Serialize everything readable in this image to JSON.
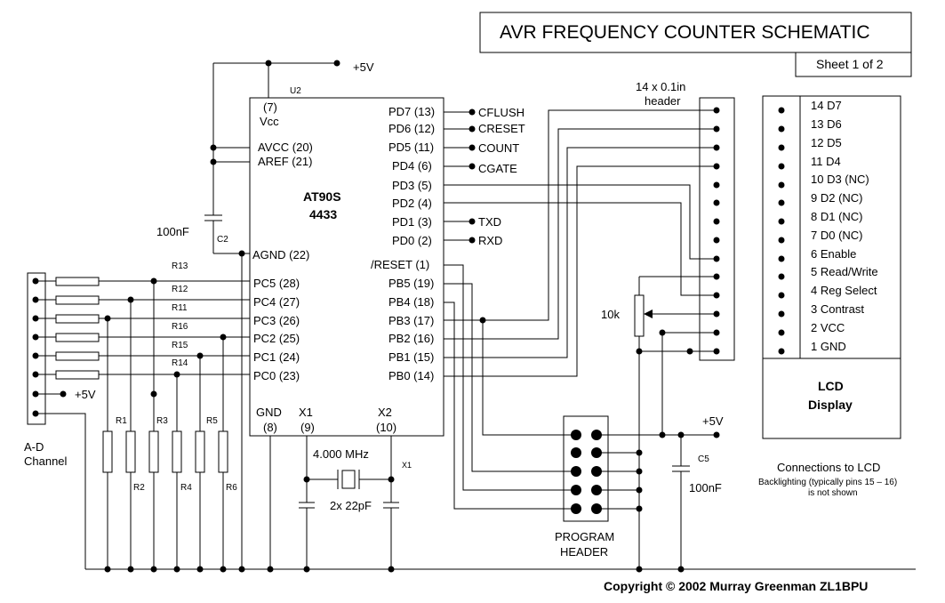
{
  "title_block": {
    "title": "AVR FREQUENCY COUNTER SCHEMATIC",
    "sheet": "Sheet 1 of 2"
  },
  "power": {
    "vcc_label": "+5V"
  },
  "mcu": {
    "designator": "U2",
    "name_line1": "AT90S",
    "name_line2": "4433",
    "vcc_pin": "(7)",
    "vcc_label": "Vcc",
    "left_pins": [
      "AVCC (20)",
      "AREF (21)",
      "AGND (22)",
      "PC5 (28)",
      "PC4 (27)",
      "PC3 (26)",
      "PC2 (25)",
      "PC1 (24)",
      "PC0 (23)"
    ],
    "right_pins": [
      "PD7 (13)",
      "PD6 (12)",
      "PD5 (11)",
      "PD4 (6)",
      "PD3 (5)",
      "PD2 (4)",
      "PD1 (3)",
      "PD0 (2)",
      "/RESET (1)",
      "PB5 (19)",
      "PB4 (18)",
      "PB3 (17)",
      "PB2 (16)",
      "PB1 (15)",
      "PB0 (14)"
    ],
    "bottom_pins": [
      {
        "name": "GND",
        "num": "(8)"
      },
      {
        "name": "X1",
        "num": "(9)"
      },
      {
        "name": "X2",
        "num": "(10)"
      }
    ]
  },
  "signals": [
    "CFLUSH",
    "CRESET",
    "COUNT",
    "CGATE",
    "TXD",
    "RXD"
  ],
  "cap_c2": {
    "value": "100nF",
    "ref": "C2"
  },
  "resistors_top": [
    "R13",
    "R12",
    "R11",
    "R16",
    "R15",
    "R14"
  ],
  "resistors_bottom": [
    "R1",
    "R2",
    "R3",
    "R4",
    "R5",
    "R6"
  ],
  "ad_connector": {
    "vcc_label": "+5V",
    "label_line1": "A-D",
    "label_line2": "Channel"
  },
  "crystal": {
    "freq": "4.000 MHz",
    "ref": "X1",
    "caps": "2x 22pF"
  },
  "header14": {
    "label_line1": "14 x 0.1in",
    "label_line2": "header"
  },
  "pot": {
    "value": "10k"
  },
  "cap_c5": {
    "ref": "C5",
    "value": "100nF"
  },
  "program_header": {
    "line1": "PROGRAM",
    "line2": "HEADER"
  },
  "lcd": {
    "pins": [
      "14 D7",
      "13 D6",
      "12 D5",
      "11 D4",
      "10 D3 (NC)",
      "9 D2 (NC)",
      "8 D1 (NC)",
      "7 D0 (NC)",
      "6 Enable",
      "5 Read/Write",
      "4 Reg Select",
      "3 Contrast",
      "2 VCC",
      "1 GND"
    ],
    "title_line1": "LCD",
    "title_line2": "Display"
  },
  "lcd_note": {
    "title": "Connections to LCD",
    "line1": "Backlighting (typically pins 15 – 16)",
    "line2": "is not shown"
  },
  "copyright": "Copyright © 2002 Murray Greenman ZL1BPU"
}
